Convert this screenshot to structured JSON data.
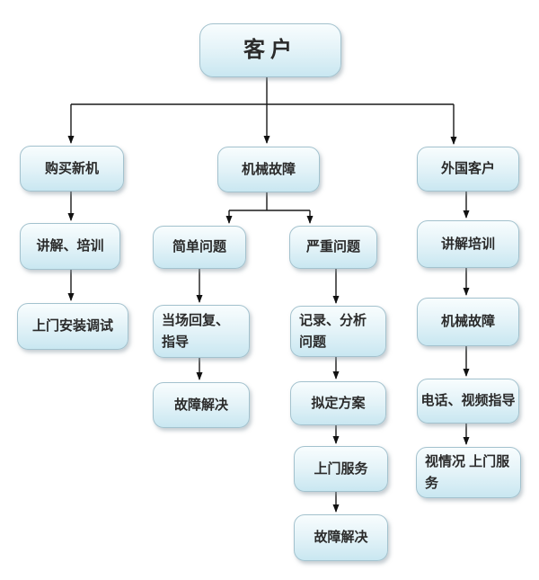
{
  "diagram": {
    "type": "flowchart",
    "nodes": {
      "customer": "客户",
      "buy_new_machine": "购买新机",
      "mechanical_failure": "机械故障",
      "foreign_customer": "外国客户",
      "explain_training_left": "讲解、培训",
      "simple_problem": "简单问题",
      "serious_problem": "严重问题",
      "explain_training_right": "讲解培训",
      "onsite_install_debug": "上门安装调试",
      "onspot_reply_guide": "当场回复、指导",
      "record_analyze_problem": "记录、分析问题",
      "mechanical_failure_right": "机械故障",
      "fault_solved_left": "故障解决",
      "draft_plan": "拟定方案",
      "phone_video_guide": "电话、视频指导",
      "onsite_service": "上门服务",
      "case_by_case_onsite": "视情况 上门服务",
      "fault_solved_middle": "故障解决"
    },
    "edges": [
      {
        "from": "customer",
        "to": "buy_new_machine"
      },
      {
        "from": "customer",
        "to": "mechanical_failure"
      },
      {
        "from": "customer",
        "to": "foreign_customer"
      },
      {
        "from": "buy_new_machine",
        "to": "explain_training_left"
      },
      {
        "from": "explain_training_left",
        "to": "onsite_install_debug"
      },
      {
        "from": "mechanical_failure",
        "to": "simple_problem"
      },
      {
        "from": "mechanical_failure",
        "to": "serious_problem"
      },
      {
        "from": "simple_problem",
        "to": "onspot_reply_guide"
      },
      {
        "from": "onspot_reply_guide",
        "to": "fault_solved_left"
      },
      {
        "from": "serious_problem",
        "to": "record_analyze_problem"
      },
      {
        "from": "record_analyze_problem",
        "to": "draft_plan"
      },
      {
        "from": "draft_plan",
        "to": "onsite_service"
      },
      {
        "from": "onsite_service",
        "to": "fault_solved_middle"
      },
      {
        "from": "foreign_customer",
        "to": "explain_training_right"
      },
      {
        "from": "explain_training_right",
        "to": "mechanical_failure_right"
      },
      {
        "from": "mechanical_failure_right",
        "to": "phone_video_guide"
      },
      {
        "from": "phone_video_guide",
        "to": "case_by_case_onsite"
      }
    ],
    "colors": {
      "box_fill_top": "#f8fdfe",
      "box_fill_bottom": "#c9e7f1",
      "box_border": "#a3c2ce",
      "connector": "#1a1a1a",
      "text": "#2b2b2b",
      "background": "#ffffff"
    }
  }
}
